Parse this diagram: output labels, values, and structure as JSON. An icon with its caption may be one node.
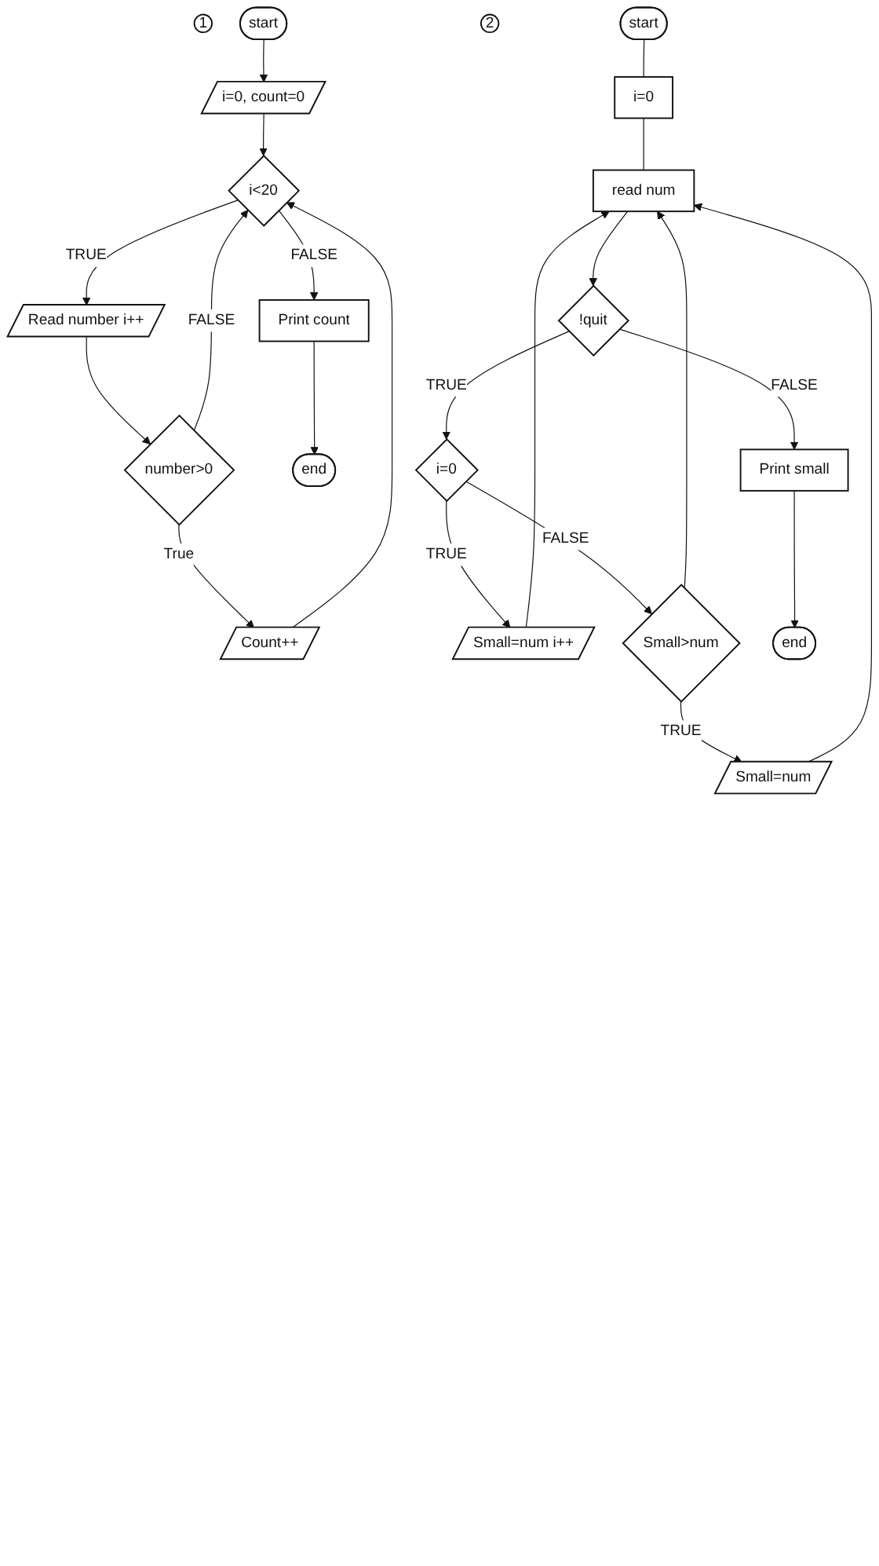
{
  "diagram": {
    "nodes": [
      {
        "text": [
          "1"
        ]
      },
      {
        "text": [
          "start"
        ]
      },
      {
        "text": [
          "i=0, count=0"
        ]
      },
      {
        "text": [
          "i<20"
        ]
      },
      {
        "text": [
          "Read number i++"
        ]
      },
      {
        "text": [
          "number>0"
        ]
      },
      {
        "text": [
          "Print count"
        ]
      },
      {
        "text": [
          "Count++"
        ]
      },
      {
        "text": [
          "end"
        ]
      },
      {
        "text": [
          "2"
        ]
      },
      {
        "text": [
          "start"
        ]
      },
      {
        "text": [
          "i=0"
        ]
      },
      {
        "text": [
          "read num"
        ]
      },
      {
        "text": [
          "!quit"
        ]
      },
      {
        "text": [
          "i=0"
        ]
      },
      {
        "text": [
          "Small=num i++"
        ]
      },
      {
        "text": [
          "Small>num"
        ]
      },
      {
        "text": [
          "Print small"
        ]
      },
      {
        "text": [
          "Small=num"
        ]
      },
      {
        "text": [
          "end"
        ]
      }
    ],
    "edges": [
      {
        "from": 1,
        "to": 2,
        "arrow": "to"
      },
      {
        "from": 2,
        "to": 3,
        "arrow": "to"
      },
      {
        "from": 3,
        "to": 4,
        "arrow": "to",
        "label": "TRUE"
      },
      {
        "from": 3,
        "to": 6,
        "arrow": "to",
        "label": "FALSE"
      },
      {
        "from": 4,
        "to": 5,
        "arrow": "to"
      },
      {
        "from": 5,
        "to": 3,
        "arrow": "to",
        "label": "FALSE"
      },
      {
        "from": 5,
        "to": 7,
        "arrow": "to",
        "label": "True"
      },
      {
        "from": 7,
        "to": 3,
        "arrow": "to"
      },
      {
        "from": 6,
        "to": 8,
        "arrow": "to"
      },
      {
        "from": 10,
        "to": 11,
        "arrow": "none"
      },
      {
        "from": 11,
        "to": 12,
        "arrow": "none"
      },
      {
        "from": 12,
        "to": 13,
        "arrow": "to"
      },
      {
        "from": 13,
        "to": 14,
        "arrow": "to",
        "label": "TRUE"
      },
      {
        "from": 13,
        "to": 17,
        "arrow": "to",
        "label": "FALSE"
      },
      {
        "from": 14,
        "to": 15,
        "arrow": "to",
        "label": "TRUE"
      },
      {
        "from": 14,
        "to": 16,
        "arrow": "to",
        "label": "FALSE"
      },
      {
        "from": 15,
        "to": 12,
        "arrow": "to"
      },
      {
        "from": 16,
        "to": 12,
        "arrow": "to"
      },
      {
        "from": 16,
        "to": 18,
        "arrow": "to",
        "label": "TRUE"
      },
      {
        "from": 18,
        "to": 12,
        "arrow": "to"
      },
      {
        "from": 17,
        "to": 19,
        "arrow": "to"
      }
    ]
  }
}
